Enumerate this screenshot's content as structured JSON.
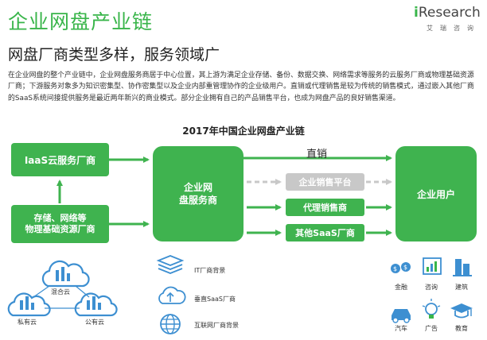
{
  "header": {
    "title": "企业网盘产业链",
    "subtitle": "网盘厂商类型多样，服务领域广",
    "logo_prefix": "i",
    "logo_name": "Research",
    "logo_sub": "艾瑞咨询"
  },
  "body_text": "在企业网盘的整个产业链中，企业网盘服务商居于中心位置，其上游为满足企业存储、备份、数据交换、网络需求等服务的云服务厂商或物理基础资源厂商；下游服务对象多为知识密集型、协作密集型以及企业内部重管理协作的企业级用户。直销或代理销售是较为传统的销售模式，通过嵌入其他厂商的SaaS系统间接提供服务是最近两年新兴的商业模式。部分企业拥有自己的产品销售平台，也成为网盘产品的良好销售渠道。",
  "diagram": {
    "title": "2017年中国企业网盘产业链",
    "iaas": "IaaS云服务厂商",
    "infra_line1": "存储、网络等",
    "infra_line2": "物理基础资源厂商",
    "center_line1": "企业网",
    "center_line2": "盘服务商",
    "direct": "直销",
    "platform": "企业销售平台",
    "agent": "代理销售商",
    "saas": "其他SaaS厂商",
    "user": "企业用户"
  },
  "legend": {
    "hybrid": "混合云",
    "private": "私有云",
    "public": "公有云",
    "it": "IT厂商背景",
    "saas_bg": "垂直SaaS厂商",
    "internet": "互联网厂商背景"
  },
  "industries": {
    "finance": "金融",
    "consult": "咨询",
    "build": "建筑",
    "auto": "汽车",
    "ad": "广告",
    "edu": "教育"
  },
  "colors": {
    "accent_green": "#3fb34f",
    "cloud_blue": "#3d8fd1",
    "gray_box": "#c8c8c8"
  }
}
